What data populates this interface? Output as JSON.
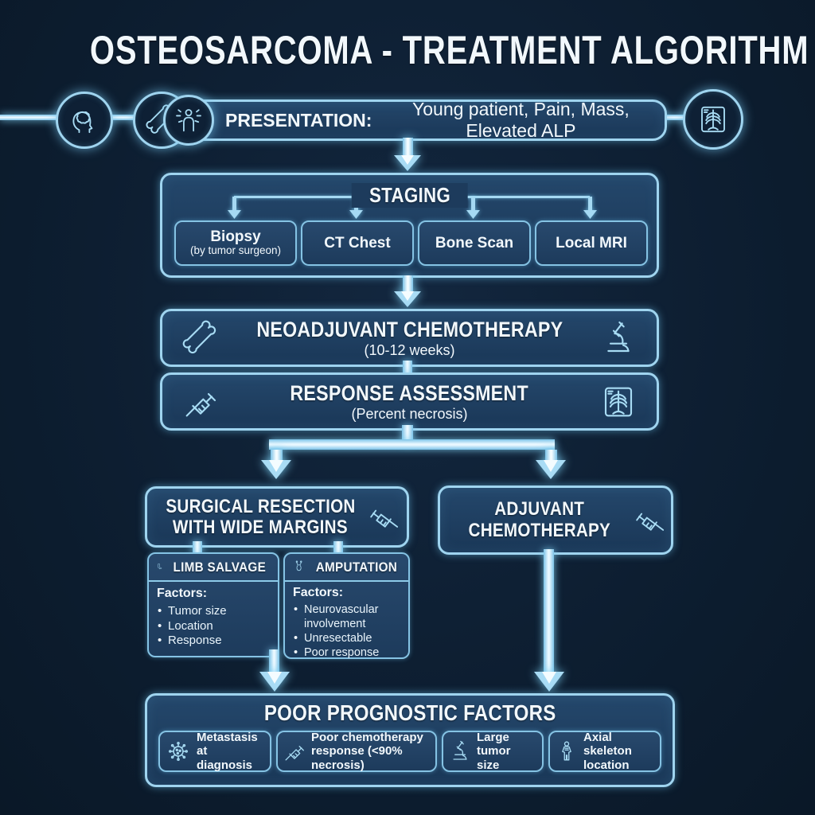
{
  "title": "OSTEOSARCOMA - TREATMENT ALGORITHM",
  "presentation": {
    "label": "PRESENTATION:",
    "text": "Young patient, Pain, Mass, Elevated ALP"
  },
  "staging": {
    "title": "STAGING",
    "items": [
      {
        "line1": "Biopsy",
        "line2": "(by tumor surgeon)"
      },
      {
        "line1": "CT Chest",
        "line2": ""
      },
      {
        "line1": "Bone Scan",
        "line2": ""
      },
      {
        "line1": "Local MRI",
        "line2": ""
      }
    ]
  },
  "neoadjuvant": {
    "title": "NEOADJUVANT CHEMOTHERAPY",
    "subtitle": "(10-12 weeks)"
  },
  "response_assessment": {
    "title": "RESPONSE ASSESSMENT",
    "subtitle": "(Percent necrosis)"
  },
  "surgical": {
    "line1": "SURGICAL RESECTION",
    "line2": "WITH WIDE MARGINS"
  },
  "adjuvant": {
    "line1": "ADJUVANT",
    "line2": "CHEMOTHERAPY"
  },
  "limb_salvage": {
    "title": "LIMB SALVAGE",
    "factors_label": "Factors:",
    "factors": [
      "Tumor size",
      "Location",
      "Response"
    ]
  },
  "amputation": {
    "title": "AMPUTATION",
    "factors_label": "Factors:",
    "factors": [
      "Neurovascular involvement",
      "Unresectable",
      "Poor response"
    ]
  },
  "poor_prognostic": {
    "title": "POOR PROGNOSTIC FACTORS",
    "items": [
      {
        "line1": "Metastasis",
        "line2": "at diagnosis"
      },
      {
        "line1": "Poor chemotherapy",
        "line2": "response (<90% necrosis)"
      },
      {
        "line1": "Large tumor",
        "line2": "size"
      },
      {
        "line1": "Axial skeleton",
        "line2": "location"
      }
    ]
  },
  "icons": {
    "brain-icon": "head profile with brain",
    "bone-icon": "long bone",
    "patient-icon": "human figure with alert rays",
    "chest-xray-icon": "x-ray film with ribcage",
    "microscope-icon": "microscope",
    "syringe-icon": "syringe",
    "leg-icon": "leg with foot",
    "amputation-tool-icon": "surgical clamp",
    "metastasis-icon": "spreading cell with spokes",
    "body-icon": "human figure"
  },
  "colors": {
    "background": "#0d1e31",
    "box_fill": "#1e3e60",
    "border": "#9fd4ef",
    "glow": "#8fd6f5",
    "text": "#f2f8fc"
  }
}
